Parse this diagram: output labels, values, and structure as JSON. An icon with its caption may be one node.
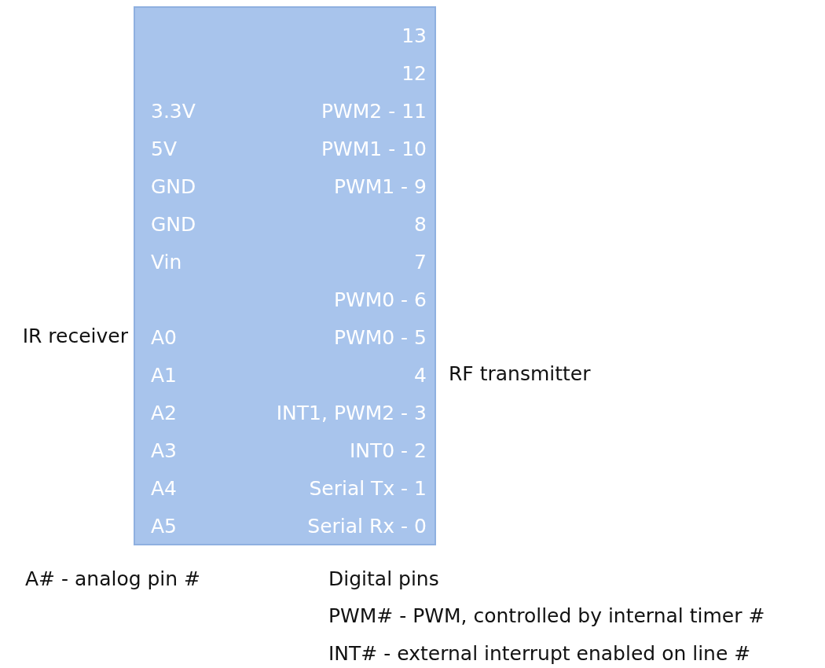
{
  "diagram": {
    "nodes": [
      {
        "text": [
          "13",
          "12",
          "3.3V",
          "PWM2 - 11",
          "5V",
          "PWM1 - 10",
          "GND",
          "PWM1 - 9",
          "GND",
          "8",
          "Vin",
          "7",
          "PWM0 - 6",
          "A0",
          "PWM0 - 5",
          "A1",
          "4",
          "A2",
          "INT1, PWM2 - 3",
          "A3",
          "INT0 - 2",
          "A4",
          "Serial Tx - 1",
          "A5",
          "Serial Rx - 0"
        ]
      }
    ],
    "labels": [
      "IR receiver",
      "RF transmitter",
      "A# - analog pin #",
      "Digital pins",
      "PWM# - PWM, controlled by internal timer #",
      "INT# - external interrupt enabled on line #"
    ]
  }
}
